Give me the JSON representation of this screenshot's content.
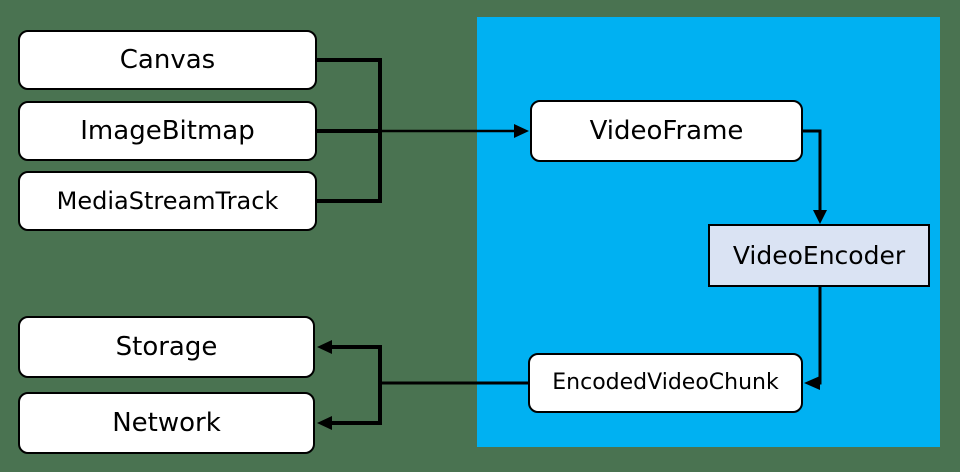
{
  "diagram": {
    "background_color": "#4a7351",
    "pipeline_region_color": "#00b1f2",
    "connector_color": "#000000",
    "nodes": {
      "canvas": {
        "label": "Canvas",
        "fill": "#ffffff"
      },
      "image_bitmap": {
        "label": "ImageBitmap",
        "fill": "#ffffff"
      },
      "media_stream_track": {
        "label": "MediaStreamTrack",
        "fill": "#ffffff"
      },
      "video_frame": {
        "label": "VideoFrame",
        "fill": "#ffffff"
      },
      "video_encoder": {
        "label": "VideoEncoder",
        "fill": "#dae3f3"
      },
      "encoded_video_chunk": {
        "label": "EncodedVideoChunk",
        "fill": "#ffffff"
      },
      "storage": {
        "label": "Storage",
        "fill": "#ffffff"
      },
      "network": {
        "label": "Network",
        "fill": "#ffffff"
      }
    },
    "edges": [
      {
        "from": "Canvas",
        "to": "VideoFrame"
      },
      {
        "from": "ImageBitmap",
        "to": "VideoFrame"
      },
      {
        "from": "MediaStreamTrack",
        "to": "VideoFrame"
      },
      {
        "from": "VideoFrame",
        "to": "VideoEncoder"
      },
      {
        "from": "VideoEncoder",
        "to": "EncodedVideoChunk"
      },
      {
        "from": "EncodedVideoChunk",
        "to": "Storage"
      },
      {
        "from": "EncodedVideoChunk",
        "to": "Network"
      }
    ]
  }
}
